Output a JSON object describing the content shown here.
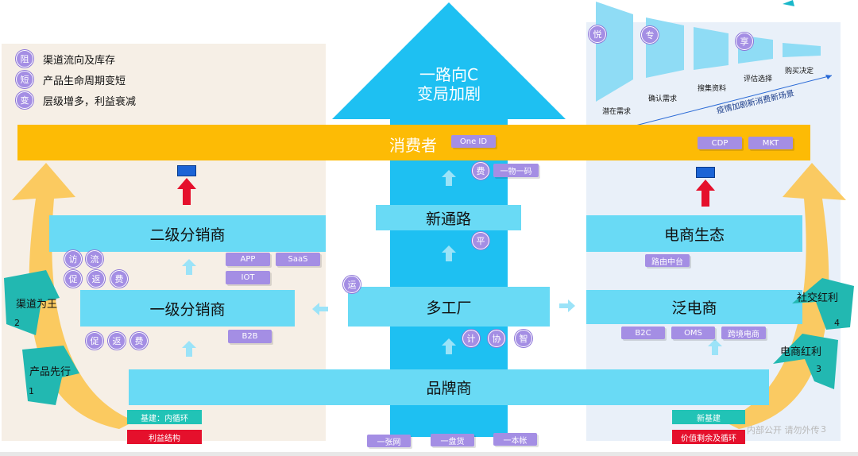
{
  "legend": [
    {
      "icon": "阻",
      "text": "渠道流向及库存"
    },
    {
      "icon": "短",
      "text": "产品生命周期变短"
    },
    {
      "icon": "变",
      "text": "层级增多，利益衰减"
    }
  ],
  "main_arrow": {
    "line1": "一路向C",
    "line2": "变局加剧"
  },
  "consumer": {
    "label": "消费者",
    "tags": [
      "One ID",
      "CDP",
      "MKT"
    ]
  },
  "center": {
    "new_channel": "新通路",
    "factory": "多工厂",
    "brand": "品牌商",
    "fei_icon": "费",
    "code_tag": "一物一码",
    "ping_icon": "平",
    "yun_icon": "运",
    "factory_icons": [
      "计",
      "协",
      "智"
    ],
    "bottom_tags": [
      "一张网",
      "一盘货",
      "一本帐"
    ]
  },
  "left": {
    "second_dist": "二级分销商",
    "first_dist": "一级分销商",
    "second_circles_row1": [
      "访",
      "流"
    ],
    "second_circles_row2": [
      "促",
      "返",
      "费"
    ],
    "second_tags": [
      "APP",
      "SaaS",
      "IOT"
    ],
    "first_circles": [
      "促",
      "返",
      "费"
    ],
    "first_tag": "B2B",
    "side_labels": [
      {
        "text": "渠道为王",
        "num": "2"
      },
      {
        "text": "产品先行",
        "num": "1"
      }
    ],
    "base_tag": "基建：内循环",
    "profit_tag": "利益结构"
  },
  "right": {
    "ecom_eco": "电商生态",
    "pan_ecom": "泛电商",
    "route_tag": "路由中台",
    "pan_tags": [
      "B2C",
      "OMS",
      "跨境电商"
    ],
    "side_labels": [
      {
        "text": "社交红利",
        "num": "4"
      },
      {
        "text": "电商红利",
        "num": "3"
      }
    ],
    "base_tag": "新基建",
    "value_tag": "价值剩余及循环"
  },
  "funnel": {
    "icons": [
      "悦",
      "专",
      "享"
    ],
    "stages": [
      "潜在需求",
      "确认需求",
      "搜集资料",
      "评估选择",
      "购买决定"
    ],
    "trend": "疫情加剧新消费新场景"
  },
  "watermark": "内部公开 请勿外传",
  "page_number": "3"
}
